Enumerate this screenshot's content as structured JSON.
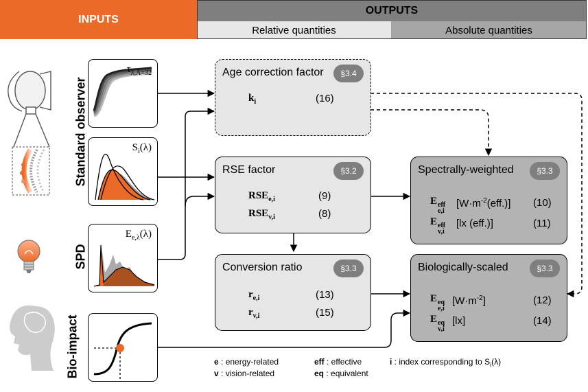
{
  "header": {
    "inputs": "INPUTS",
    "outputs": "OUTPUTS",
    "relative": "Relative quantities",
    "absolute": "Absolute quantities"
  },
  "side_labels": {
    "standard_observer": "Standard observer",
    "spd": "SPD",
    "bio_impact": "Bio-impact"
  },
  "thumbs": {
    "tau": {
      "base": "τ",
      "sub": "λ,A=32"
    },
    "s": {
      "base": "S",
      "sub": "i",
      "arg": "(λ)"
    },
    "e": {
      "base": "E",
      "sub": "e,λ",
      "arg": "(λ)"
    }
  },
  "boxes": {
    "age": {
      "title": "Age correction factor",
      "badge": "§3.4",
      "symbol": "k",
      "sub": "i",
      "eq": "(16)"
    },
    "rse": {
      "title": "RSE factor",
      "badge": "§3.2",
      "rows": [
        {
          "symbol": "RSE",
          "sub": "e,i",
          "eq": "(9)"
        },
        {
          "symbol": "RSE",
          "sub": "v,i",
          "eq": "(8)"
        }
      ]
    },
    "conv": {
      "title": "Conversion ratio",
      "badge": "§3.3",
      "rows": [
        {
          "symbol": "r",
          "sub": "e,i",
          "eq": "(13)"
        },
        {
          "symbol": "r",
          "sub": "v,i",
          "eq": "(15)"
        }
      ]
    },
    "spec": {
      "title": "Spectrally-weighted",
      "badge": "§3.3",
      "rows": [
        {
          "symbol": "E",
          "sup": "eff",
          "sub": "e,i",
          "unit_pre": "[W·m",
          "unit_sup": "-2",
          "unit_post": "(eff.)]",
          "eq": "(10)"
        },
        {
          "symbol": "E",
          "sup": "eff",
          "sub": "v,i",
          "unit_pre": "[lx (eff.)]",
          "unit_sup": "",
          "unit_post": "",
          "eq": "(11)"
        }
      ]
    },
    "bio": {
      "title": "Biologically-scaled",
      "badge": "§3.3",
      "rows": [
        {
          "symbol": "E",
          "sup": "eq",
          "sub": "e,i",
          "unit_pre": "[W·m",
          "unit_sup": "-2",
          "unit_post": "]",
          "eq": "(12)"
        },
        {
          "symbol": "E",
          "sup": "eq",
          "sub": "v,i",
          "unit_pre": "[lx]",
          "unit_sup": "",
          "unit_post": "",
          "eq": "(14)"
        }
      ]
    }
  },
  "legend": {
    "e_key": "e",
    "e_text": " : energy-related",
    "v_key": "v",
    "v_text": " : vision-related",
    "eff_key": "eff",
    "eff_text": " : effective",
    "eq_key": "eq",
    "eq_text": " : equivalent",
    "i_key": "i",
    "i_text": " : index corresponding to S",
    "i_sub": "i",
    "i_arg": "(λ)"
  },
  "colors": {
    "orange": "#ec6a27",
    "dark_gray": "#7f7f7f",
    "light_box": "#e6e6e6",
    "dark_box": "#b3b3b3",
    "abs_header": "#a6a6a6"
  }
}
